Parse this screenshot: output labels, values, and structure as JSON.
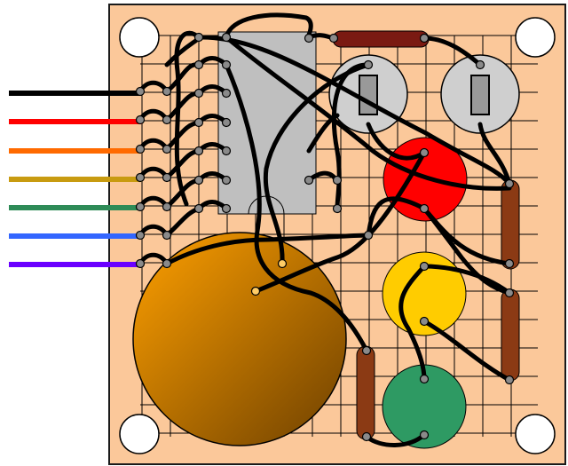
{
  "colors": {
    "board": "#fbc89a",
    "board_edge": "#1a1a1a",
    "grid": "#000000",
    "ic_body": "#bfbfbf",
    "wire": "#000000",
    "pin": "#8a8a8a",
    "hole": "#ffffff",
    "pot_body": "#cfcfcf",
    "pot_knob": "#9a9a9a",
    "resistor": "#8b3a14",
    "top_resistor": "#7a1a12",
    "buzzer_light": "#ffa000",
    "buzzer_dark": "#7a4800"
  },
  "input_wires": [
    {
      "color": "#000000",
      "name": "black"
    },
    {
      "color": "#ff0000",
      "name": "red"
    },
    {
      "color": "#ff6a00",
      "name": "orange"
    },
    {
      "color": "#c89b10",
      "name": "gold"
    },
    {
      "color": "#2e8b57",
      "name": "green"
    },
    {
      "color": "#3366ff",
      "name": "blue"
    },
    {
      "color": "#6a00ff",
      "name": "violet"
    }
  ],
  "components": {
    "ic": {
      "type": "dip-ic",
      "pins": 14
    },
    "potentiometers": [
      {
        "name": "pot-left"
      },
      {
        "name": "pot-right"
      }
    ],
    "leds": [
      {
        "name": "red-led",
        "color": "#ff0000"
      },
      {
        "name": "yellow-led",
        "color": "#ffcc00"
      },
      {
        "name": "green-led",
        "color": "#2e9a63"
      }
    ],
    "resistors": [
      "resistor-top",
      "resistor-right-upper",
      "resistor-right-lower",
      "resistor-bottom"
    ],
    "buzzer": {
      "name": "piezo-buzzer"
    },
    "mounting_holes": 4
  }
}
